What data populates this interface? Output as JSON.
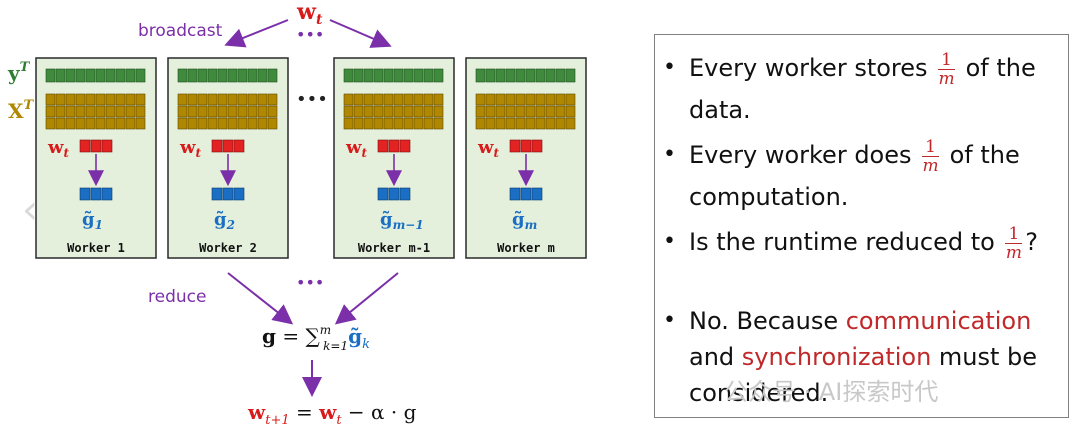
{
  "diagram": {
    "top_weight": "w",
    "top_weight_sub": "t",
    "broadcast_label": "broadcast",
    "reduce_label": "reduce",
    "ellipsis": "•••",
    "y_label": "y",
    "x_label": "X",
    "transpose_sup": "T",
    "w_label": "w",
    "w_sub": "t",
    "workers": [
      {
        "name": "Worker 1",
        "grad_sub": "1"
      },
      {
        "name": "Worker 2",
        "grad_sub": "2"
      },
      {
        "name": "Worker m-1",
        "grad_sub": "m−1"
      },
      {
        "name": "Worker m",
        "grad_sub": "m"
      }
    ],
    "grad_symbol": "g̃",
    "sum_lhs": "g",
    "sum_eq": " = ∑",
    "sum_upper": "m",
    "sum_lower": "k=1",
    "sum_term": "g̃",
    "sum_term_sub": "k",
    "update_lhs": "w",
    "update_lhs_sub": "t+1",
    "update_eq": " = ",
    "update_w": "w",
    "update_w_sub": "t",
    "update_rest": " − α · g",
    "colors": {
      "green_cell": "#3f8a3d",
      "gold_cell": "#b08700",
      "red_cell": "#e32222",
      "blue_cell": "#1a6fc4",
      "panel_bg": "#e4f0dc",
      "arrow_purple": "#7b2fa8",
      "red_text": "#d71a1a",
      "blue_text": "#1a6fc4",
      "gold_text": "#b08700",
      "green_text": "#2f7d32"
    }
  },
  "bullets": [
    {
      "pre": "Every worker stores ",
      "frac_num": "1",
      "frac_den": "m",
      "post": " of the data."
    },
    {
      "pre": "Every worker does ",
      "frac_num": "1",
      "frac_den": "m",
      "post": " of the computation."
    },
    {
      "pre": "Is the runtime reduced to ",
      "frac_num": "1",
      "frac_den": "m",
      "post": "?"
    },
    {
      "pre": "No. Because ",
      "hl1": "communication",
      "mid": " and ",
      "hl2": "synchronization",
      "post": " must be considered."
    }
  ],
  "watermark": "公众号 · AI探索时代",
  "nav": {
    "left_icon": "chevron-left-icon",
    "right_icon": "chevron-right-icon"
  }
}
